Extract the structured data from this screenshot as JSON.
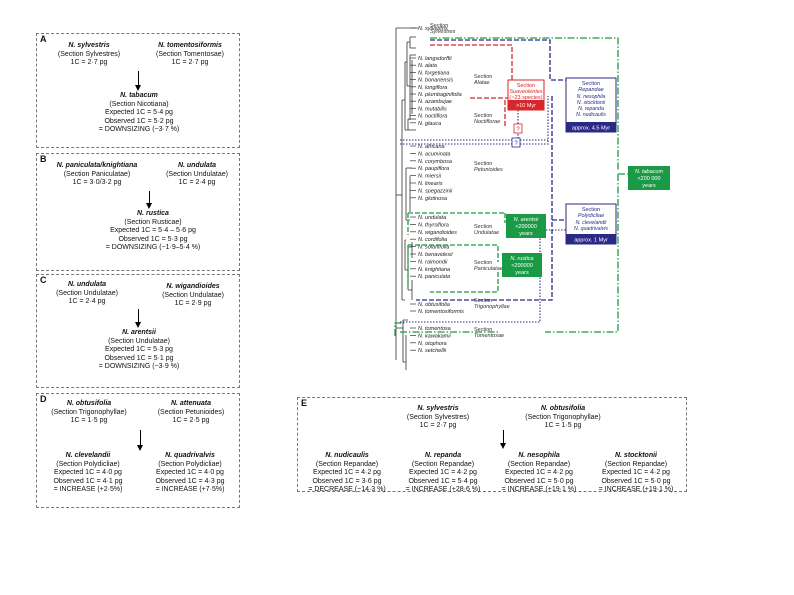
{
  "panelA": {
    "label": "A",
    "p1": {
      "name": "N. sylvestris",
      "section": "(Section Sylvestres)",
      "c": "1C = 2·7 pg"
    },
    "p2": {
      "name": "N. tomentosiformis",
      "section": "(Section Tomentosae)",
      "c": "1C = 2·7 pg"
    },
    "child": {
      "name": "N. tabacum",
      "section": "(Section Nicotiana)",
      "expected": "Expected 1C = 5·4 pg",
      "observed": "Observed 1C = 5·2 pg",
      "result": "= DOWNSIZING (−3·7 %)"
    }
  },
  "panelB": {
    "label": "B",
    "p1": {
      "name": "N. paniculata/knightiana",
      "section": "(Section Paniculatae)",
      "c": "1C = 3·0/3·2 pg"
    },
    "p2": {
      "name": "N. undulata",
      "section": "(Section Undulatae)",
      "c": "1C = 2·4 pg"
    },
    "child": {
      "name": "N. rustica",
      "section": "(Section Rusticae)",
      "expected": "Expected 1C = 5·4 – 5·6 pg",
      "observed": "Observed 1C = 5·3 pg",
      "result": "= DOWNSIZING (−1·9–5·4 %)"
    }
  },
  "panelC": {
    "label": "C",
    "p1": {
      "name": "N. undulata",
      "section": "(Section Undulatae)",
      "c": "1C = 2·4 pg"
    },
    "p2": {
      "name": "N. wigandioides",
      "section": "(Section Undulatae)",
      "c": "1C = 2·9 pg"
    },
    "child": {
      "name": "N. arentsii",
      "section": "(Section Undulatae)",
      "expected": "Expected 1C = 5·3 pg",
      "observed": "Observed 1C = 5·1 pg",
      "result": "= DOWNSIZING (−3·9 %)"
    }
  },
  "panelD": {
    "label": "D",
    "p1": {
      "name": "N. obtusifolia",
      "section": "(Section Trigonophyllae)",
      "c": "1C = 1·5 pg"
    },
    "p2": {
      "name": "N. attenuata",
      "section": "(Section Petunioides)",
      "c": "1C = 2·5 pg"
    },
    "children": [
      {
        "name": "N. clevelandii",
        "section": "(Section Polydicliae)",
        "expected": "Expected 1C = 4·0 pg",
        "observed": "Observed 1C = 4·1 pg",
        "result": "= INCREASE (+2·5%)"
      },
      {
        "name": "N. quadrivalvis",
        "section": "(Section Polydicliae)",
        "expected": "Expected 1C = 4·0 pg",
        "observed": "Observed 1C = 4·3 pg",
        "result": "= INCREASE (+7·5%)"
      }
    ]
  },
  "panelE": {
    "label": "E",
    "p1": {
      "name": "N. sylvestris",
      "section": "(Section Sylvestres)",
      "c": "1C = 2·7 pg"
    },
    "p2": {
      "name": "N. obtusifolia",
      "section": "(Section Trigonophyllae)",
      "c": "1C = 1·5 pg"
    },
    "children": [
      {
        "name": "N. nudicaulis",
        "section": "(Section Repandae)",
        "expected": "Expected 1C = 4·2 pg",
        "observed": "Observed 1C = 3·6 pg",
        "result": "= DECREASE (−14·3 %)"
      },
      {
        "name": "N. repanda",
        "section": "(Section Repandae)",
        "expected": "Expected 1C = 4·2 pg",
        "observed": "Observed 1C = 5·4 pg",
        "result": "= INCREASE (+28·6 %)"
      },
      {
        "name": "N. nesophila",
        "section": "(Section Repandae)",
        "expected": "Expected 1C = 4·2 pg",
        "observed": "Observed 1C = 5·0 pg",
        "result": "= INCREASE (+19·1 %)"
      },
      {
        "name": "N. stocktonii",
        "section": "(Section Repandae)",
        "expected": "Expected 1C = 4·2 pg",
        "observed": "Observed 1C = 5·0 pg",
        "result": "= INCREASE (+19·1 %)"
      }
    ]
  },
  "tree": {
    "taxa": [
      "N. sylvestris",
      "N. langsdorffii",
      "N. alata",
      "N. forgetiana",
      "N. bonariensis",
      "N. longiflora",
      "N. plumbaginifolia",
      "N. azambujae",
      "N. mutabilis",
      "N. noctiflora",
      "N. glauca",
      "N. africana",
      "N. acuminata",
      "N. corymbosa",
      "N. paupiflora",
      "N. miersii",
      "N. linearis",
      "N. spegazzinii",
      "N. glutinosa",
      "N. undulata",
      "N. thyrsiflora",
      "N. wigandioides",
      "N. cordifolia",
      "N. solanifolia",
      "N. benavidesii",
      "N. raimondii",
      "N. knightiana",
      "N. paniculata",
      "N. obtusifolia",
      "N. tomentosiformis",
      "N. tomentosa",
      "N. kawakamii",
      "N. otophora",
      "N. setchellii"
    ],
    "sections": [
      {
        "name": "Section",
        "sub": "Sylvestres"
      },
      {
        "name": "Section",
        "sub": "Alatae"
      },
      {
        "name": "Section",
        "sub": "Noctiflorae"
      },
      {
        "name": "Section",
        "sub": "Petunioides"
      },
      {
        "name": "Section",
        "sub": "Undulatae"
      },
      {
        "name": "Section",
        "sub": "Paniculatae"
      },
      {
        "name": "Section",
        "sub": "Trigonophyllae"
      },
      {
        "name": "Section",
        "sub": "Tomentosae"
      }
    ],
    "boxes": {
      "suaveolentes": {
        "l1": "Section",
        "l2": "Suaveolentes",
        "l3": "(~23 species)",
        "l4": ">10 Myr",
        "color": "#d8262a"
      },
      "repandae": {
        "l1": "Section",
        "l2": "Repandae",
        "l3": "N. nesophila",
        "l4": "N. stocktonii",
        "l5": "N. repanda",
        "l6": "N. nudicaulis",
        "age": "approx. 4.5 Myr",
        "color": "#2a2a86"
      },
      "polydicliae": {
        "l1": "Section",
        "l2": "Polydicliae",
        "l3": "N. clevelandii",
        "l4": "N. quadrivalvis",
        "age": "approx. 1 Myr",
        "color": "#2a2a86"
      },
      "arentsii": {
        "l1": "N. arentsii",
        "l2": "<200000",
        "l3": "years",
        "color": "#1a9a45"
      },
      "rustica": {
        "l1": "N. rustica",
        "l2": "<200000",
        "l3": "years",
        "color": "#1a9a45"
      },
      "tabacum": {
        "l1": "N. tabacum",
        "l2": "<200 000",
        "l3": "years",
        "color": "#1a9a45"
      }
    },
    "q1": "?",
    "q2": "?"
  }
}
